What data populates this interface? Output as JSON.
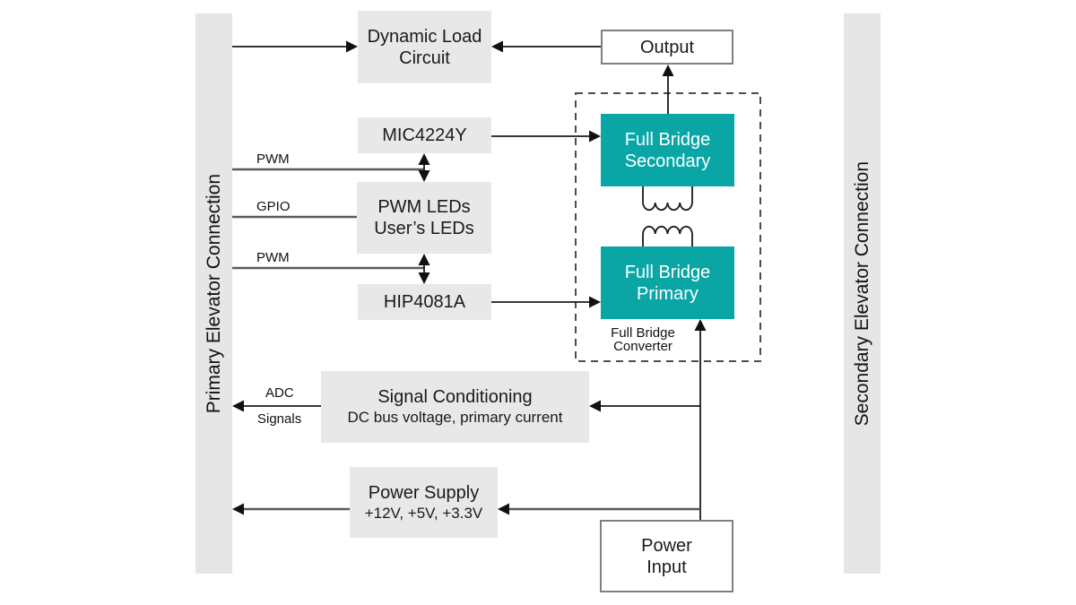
{
  "colors": {
    "teal": "#0aa6a6",
    "block_gray": "#e8e8e8",
    "bar_gray": "#e6e6e6"
  },
  "sidebars": {
    "left": "Primary Elevator Connection",
    "right": "Secondary Elevator Connection"
  },
  "blocks": {
    "dynamic_load": {
      "lines": [
        "Dynamic Load",
        "Circuit"
      ]
    },
    "mic4224y": {
      "lines": [
        "MIC4224Y"
      ]
    },
    "pwm_leds": {
      "lines": [
        "PWM LEDs",
        "User’s LEDs"
      ]
    },
    "hip4081a": {
      "lines": [
        "HIP4081A"
      ]
    },
    "signal_conditioning": {
      "title": "Signal Conditioning",
      "subtitle": "DC bus voltage, primary current"
    },
    "power_supply": {
      "title": "Power Supply",
      "subtitle": "+12V, +5V, +3.3V"
    },
    "output": {
      "lines": [
        "Output"
      ]
    },
    "full_bridge_secondary": {
      "lines": [
        "Full Bridge",
        "Secondary"
      ]
    },
    "full_bridge_primary": {
      "lines": [
        "Full Bridge",
        "Primary"
      ]
    },
    "power_input": {
      "lines": [
        "Power",
        "Input"
      ]
    },
    "full_bridge_converter_caption": {
      "lines": [
        "Full Bridge",
        "Converter"
      ]
    }
  },
  "signal_labels": {
    "pwm_top": "PWM",
    "gpio": "GPIO",
    "pwm_bottom": "PWM",
    "adc": "ADC",
    "adc_signals": "Signals"
  }
}
